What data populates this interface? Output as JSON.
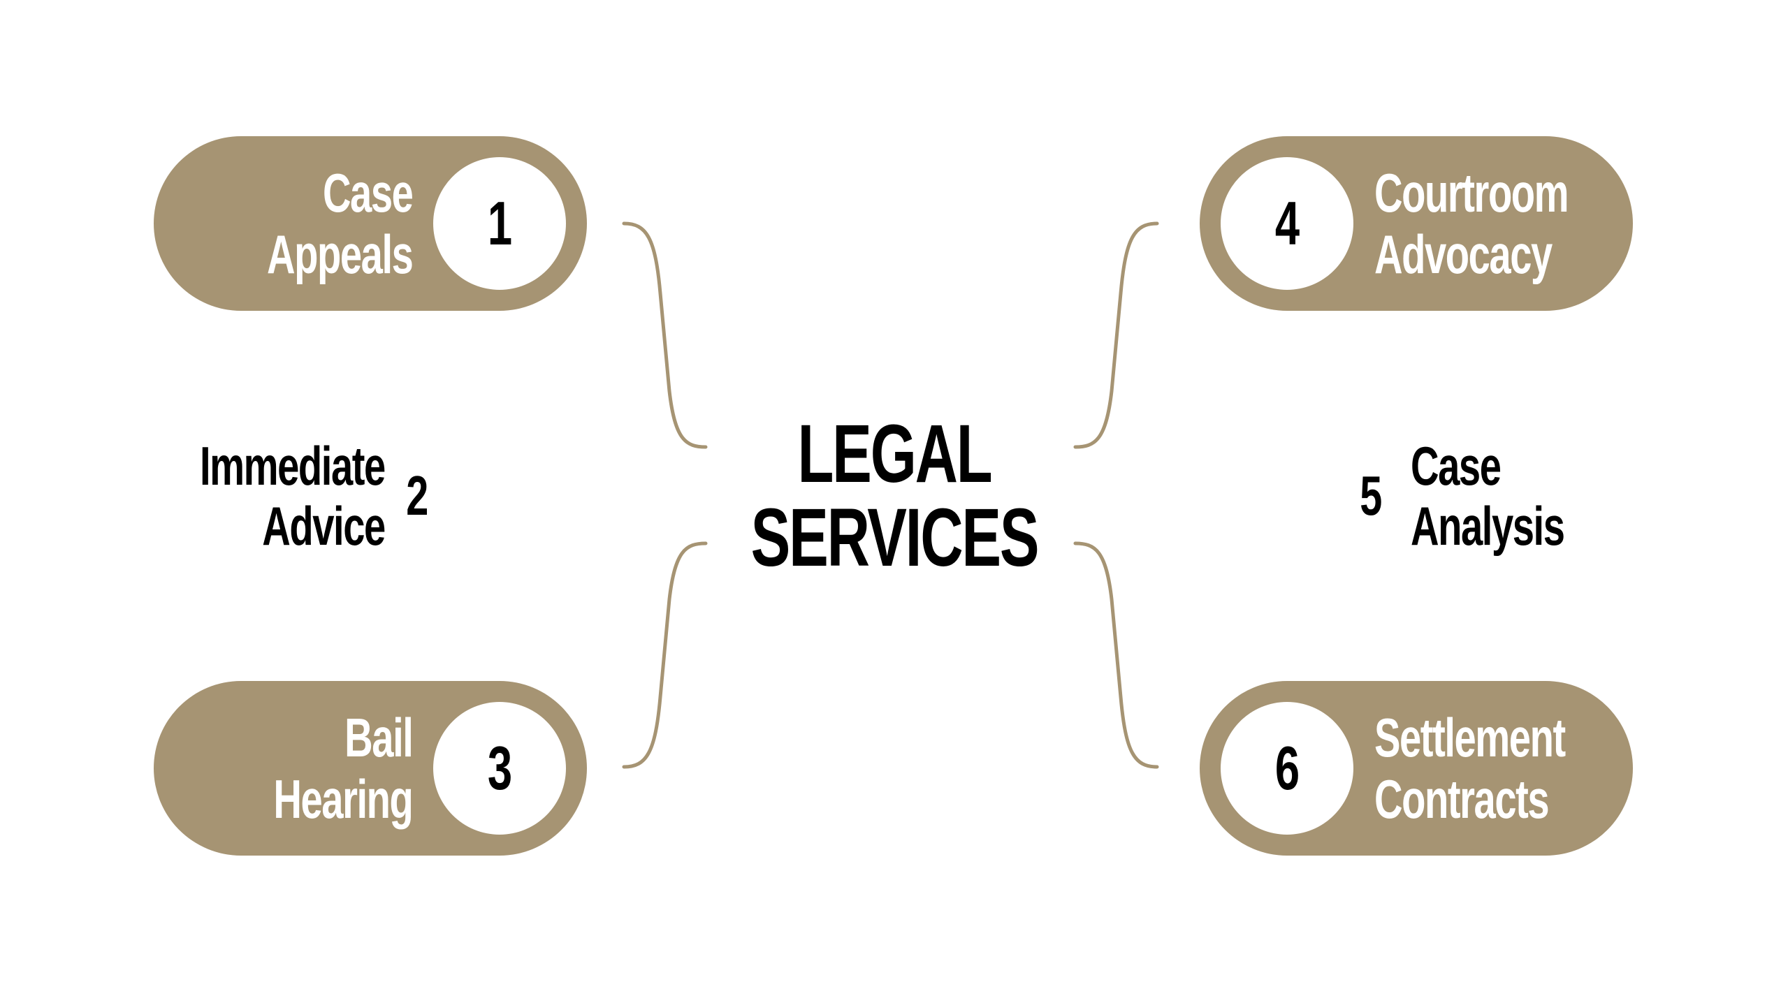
{
  "title": {
    "line1": "LEGAL",
    "line2": "SERVICES"
  },
  "colors": {
    "accent": "#a69473",
    "text_dark": "#000000",
    "text_light": "#ffffff",
    "background": "#ffffff"
  },
  "items": [
    {
      "number": "1",
      "line1": "Case",
      "line2": "Appeals"
    },
    {
      "number": "2",
      "line1": "Immediate",
      "line2": "Advice"
    },
    {
      "number": "3",
      "line1": "Bail",
      "line2": "Hearing"
    },
    {
      "number": "4",
      "line1": "Courtroom",
      "line2": "Advocacy"
    },
    {
      "number": "5",
      "line1": "Case",
      "line2": "Analysis"
    },
    {
      "number": "6",
      "line1": "Settlement",
      "line2": "Contracts"
    }
  ]
}
